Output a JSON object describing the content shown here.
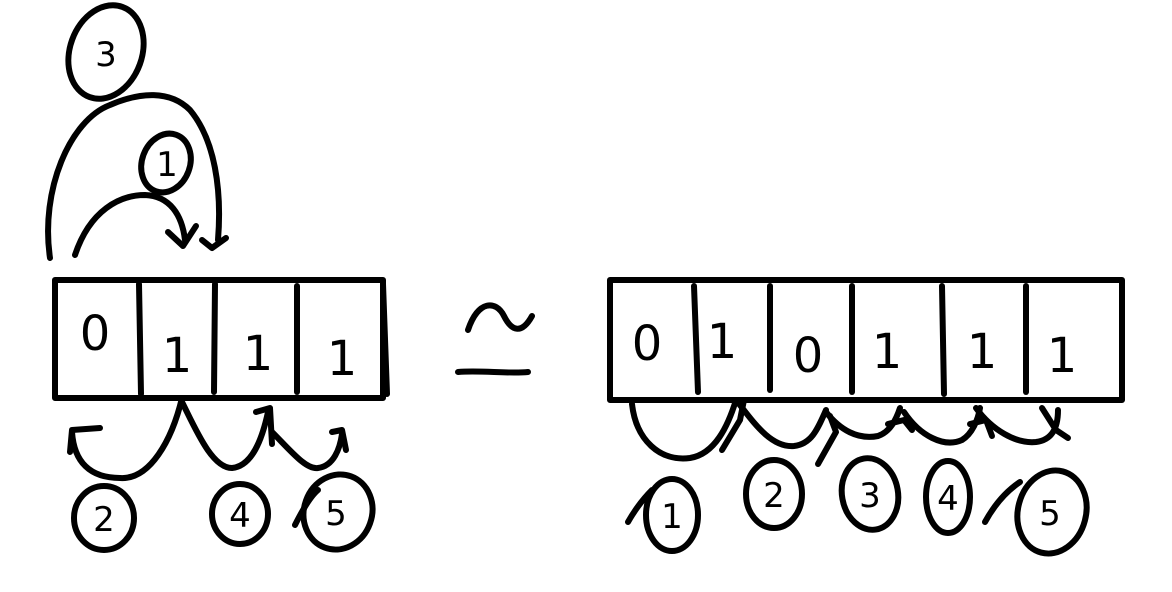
{
  "left_array": {
    "cells": [
      "0",
      "1",
      "1",
      "1"
    ]
  },
  "equivalence_symbol": "≃",
  "right_array": {
    "cells": [
      "0",
      "1",
      "0",
      "1",
      "1",
      "1"
    ]
  },
  "left_annotations": [
    "3",
    "1",
    "2",
    "4",
    "5"
  ],
  "right_annotations": [
    "1",
    "2",
    "3",
    "4",
    "5"
  ],
  "colors": {
    "ink": "#000000",
    "background": "#ffffff"
  }
}
